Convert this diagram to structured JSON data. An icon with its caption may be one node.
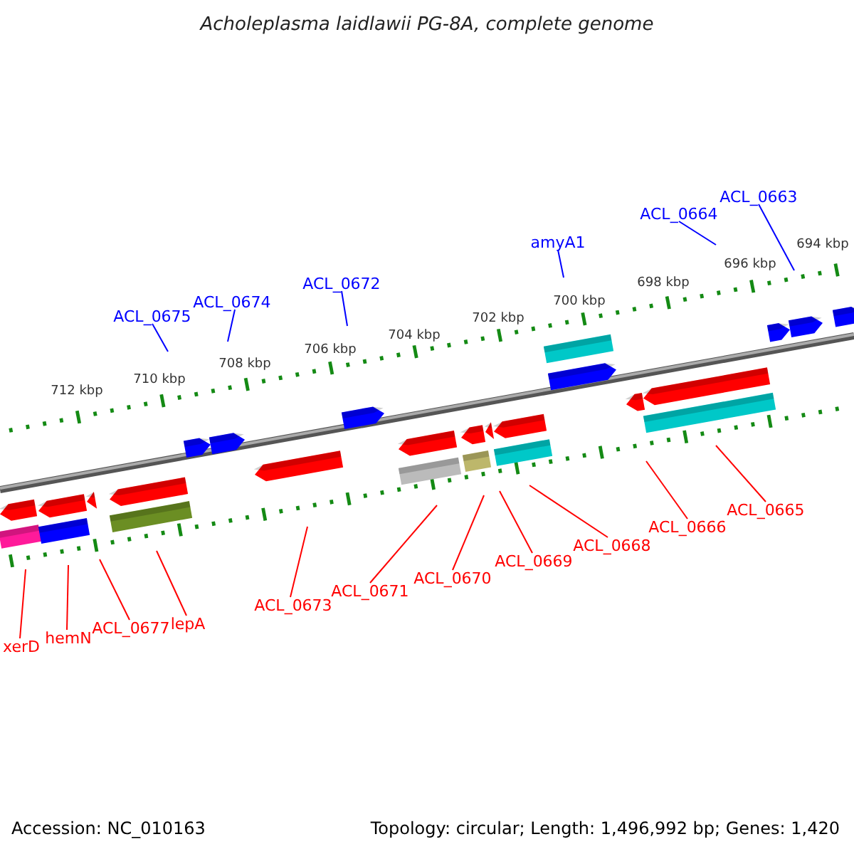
{
  "diagram": {
    "title": "Acholeplasma laidlawii PG-8A, complete genome",
    "nodes": [
      {
        "text": [
          "ACL_0675"
        ]
      },
      {
        "text": [
          "ACL_0674"
        ]
      },
      {
        "text": [
          "ACL_0672"
        ]
      },
      {
        "text": [
          "amyA1"
        ]
      },
      {
        "text": [
          "ACL_0664"
        ]
      },
      {
        "text": [
          "ACL_0663"
        ]
      },
      {
        "text": [
          "xerD"
        ]
      },
      {
        "text": [
          "hemN"
        ]
      },
      {
        "text": [
          "ACL_0677"
        ]
      },
      {
        "text": [
          "lepA"
        ]
      },
      {
        "text": [
          "ACL_0673"
        ]
      },
      {
        "text": [
          "ACL_0671"
        ]
      },
      {
        "text": [
          "ACL_0670"
        ]
      },
      {
        "text": [
          "ACL_0669"
        ]
      },
      {
        "text": [
          "ACL_0668"
        ]
      },
      {
        "text": [
          "ACL_0666"
        ]
      },
      {
        "text": [
          "ACL_0665"
        ]
      }
    ],
    "edges": [
      {
        "from": 0,
        "to": null,
        "arrow": "none",
        "color": "#0000ff"
      },
      {
        "from": 1,
        "to": null,
        "arrow": "none",
        "color": "#0000ff"
      },
      {
        "from": 2,
        "to": null,
        "arrow": "none",
        "color": "#0000ff"
      },
      {
        "from": 3,
        "to": null,
        "arrow": "none",
        "color": "#0000ff"
      },
      {
        "from": 4,
        "to": null,
        "arrow": "none",
        "color": "#0000ff"
      },
      {
        "from": 5,
        "to": null,
        "arrow": "none",
        "color": "#0000ff"
      },
      {
        "from": 6,
        "to": null,
        "arrow": "none"
      },
      {
        "from": 7,
        "to": null,
        "arrow": "none"
      },
      {
        "from": 8,
        "to": null,
        "arrow": "none"
      },
      {
        "from": 9,
        "to": null,
        "arrow": "none"
      },
      {
        "from": 10,
        "to": null,
        "arrow": "none"
      },
      {
        "from": 11,
        "to": null,
        "arrow": "none"
      },
      {
        "from": 12,
        "to": null,
        "arrow": "none"
      },
      {
        "from": 13,
        "to": null,
        "arrow": "none"
      },
      {
        "from": 14,
        "to": null,
        "arrow": "none"
      },
      {
        "from": 15,
        "to": null,
        "arrow": "none"
      },
      {
        "from": 16,
        "to": null,
        "arrow": "none"
      }
    ],
    "labels": [
      "712 kbp",
      "710 kbp",
      "708 kbp",
      "706 kbp",
      "704 kbp",
      "702 kbp",
      "700 kbp",
      "698 kbp",
      "696 kbp",
      "694 kbp",
      "Accession: NC_010163",
      "Topology: circular; Length: 1,496,992 bp; Genes: 1,420"
    ]
  }
}
